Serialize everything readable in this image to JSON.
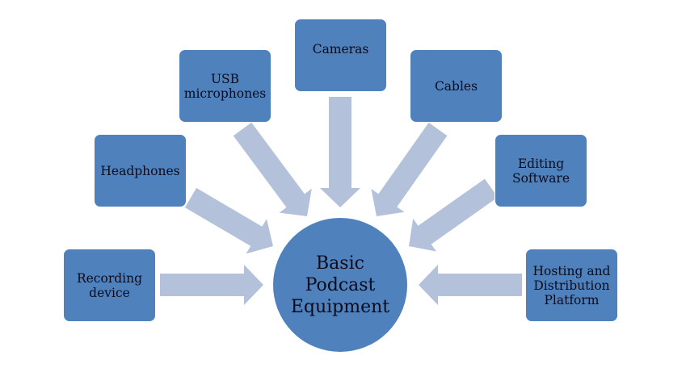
{
  "diagram": {
    "type": "radial-converging",
    "center": {
      "label": "Basic\nPodcast\nEquipment"
    },
    "nodes": [
      {
        "id": "recording-device",
        "label": "Recording\ndevice"
      },
      {
        "id": "headphones",
        "label": "Headphones"
      },
      {
        "id": "usb-microphones",
        "label": "USB\nmicrophones"
      },
      {
        "id": "cameras",
        "label": "Cameras"
      },
      {
        "id": "cables",
        "label": "Cables"
      },
      {
        "id": "editing-software",
        "label": "Editing\nSoftware"
      },
      {
        "id": "hosting-distribution-platform",
        "label": "Hosting and\nDistribution\nPlatform"
      }
    ],
    "edges": [
      {
        "from": "recording-device",
        "to": "center"
      },
      {
        "from": "headphones",
        "to": "center"
      },
      {
        "from": "usb-microphones",
        "to": "center"
      },
      {
        "from": "cameras",
        "to": "center"
      },
      {
        "from": "cables",
        "to": "center"
      },
      {
        "from": "editing-software",
        "to": "center"
      },
      {
        "from": "hosting-distribution-platform",
        "to": "center"
      }
    ],
    "colors": {
      "node_fill": "#4F81BD",
      "arrow_fill": "#B3C2DA",
      "text": "#0B0B1A",
      "background": "#FFFFFF"
    }
  }
}
